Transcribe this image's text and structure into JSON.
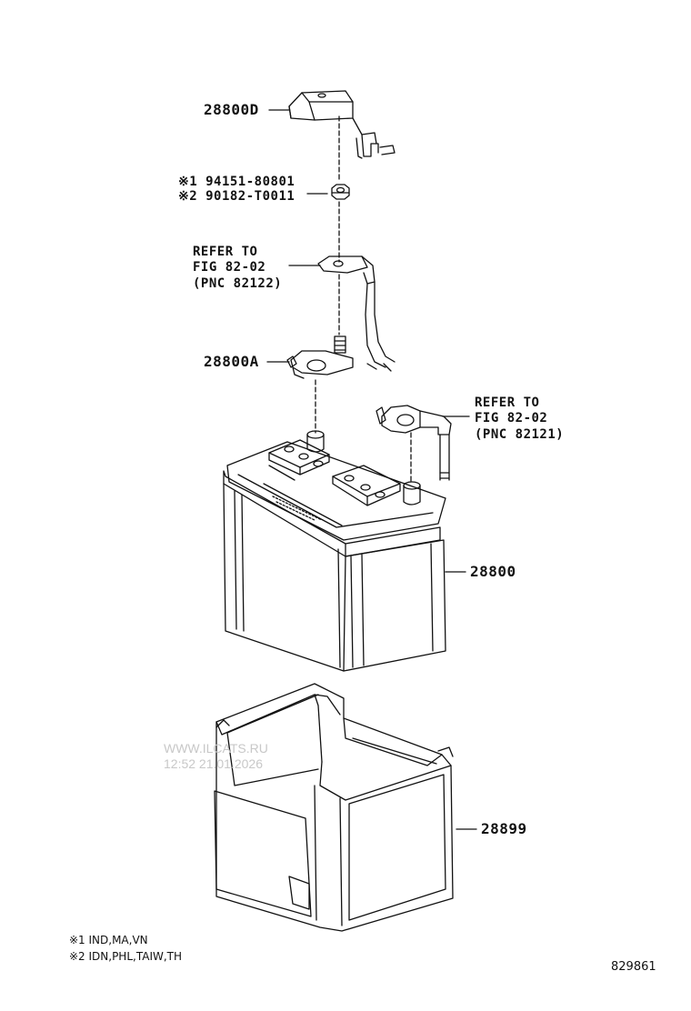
{
  "parts": {
    "cover": "28800D",
    "nut_1": "※1 94151-80801",
    "nut_2": "※2 90182-T0011",
    "refer_pos": [
      "REFER TO",
      "FIG 82-02",
      "(PNC 82122)"
    ],
    "terminal": "28800A",
    "refer_neg": [
      "REFER TO",
      "FIG 82-02",
      "(PNC 82121)"
    ],
    "battery": "28800",
    "tray": "28899"
  },
  "notes": [
    "※1 IND,MA,VN",
    "※2 IDN,PHL,TAIW,TH"
  ],
  "watermark": [
    "WWW.ILCATS.RU",
    "12:52 21.01.2026"
  ],
  "figure_number": "829861",
  "colors": {
    "line": "#111111",
    "watermark": "#c8c8c8"
  }
}
